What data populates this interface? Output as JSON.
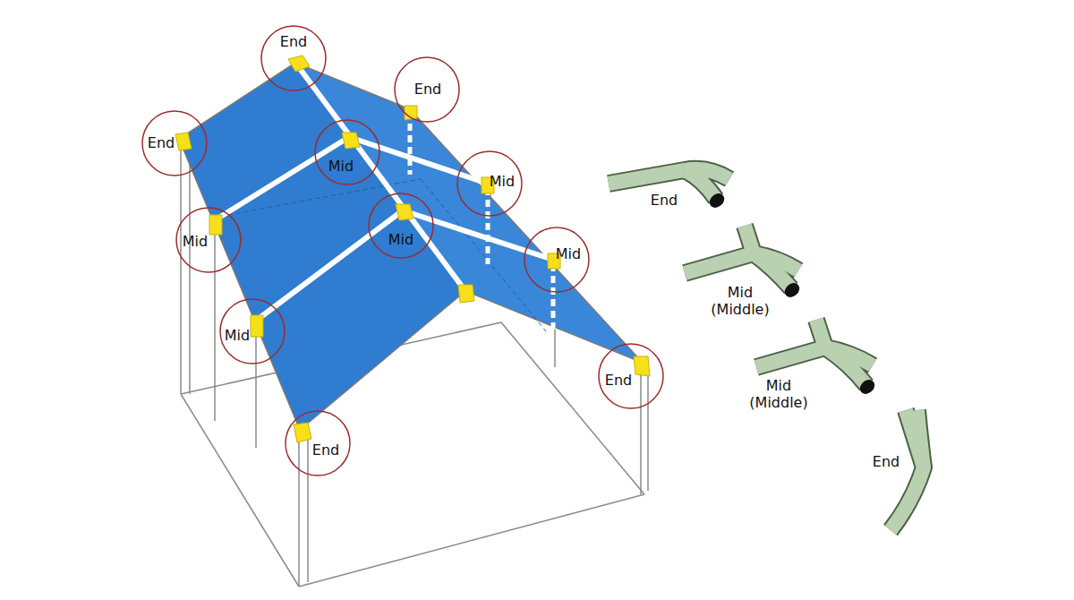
{
  "diagram": {
    "nodes": [
      {
        "text": [
          "End"
        ]
      },
      {
        "text": [
          "End"
        ]
      },
      {
        "text": [
          "End"
        ]
      },
      {
        "text": [
          "Mid"
        ]
      },
      {
        "text": [
          "Mid"
        ]
      },
      {
        "text": [
          "Mid"
        ]
      },
      {
        "text": [
          "Mid"
        ]
      },
      {
        "text": [
          "Mid"
        ]
      },
      {
        "text": [
          "Mid"
        ]
      },
      {
        "text": [
          "End"
        ]
      },
      {
        "text": [
          "End"
        ]
      }
    ],
    "labels": [
      "End",
      "Mid (Middle)",
      "Mid (Middle)",
      "End"
    ]
  }
}
